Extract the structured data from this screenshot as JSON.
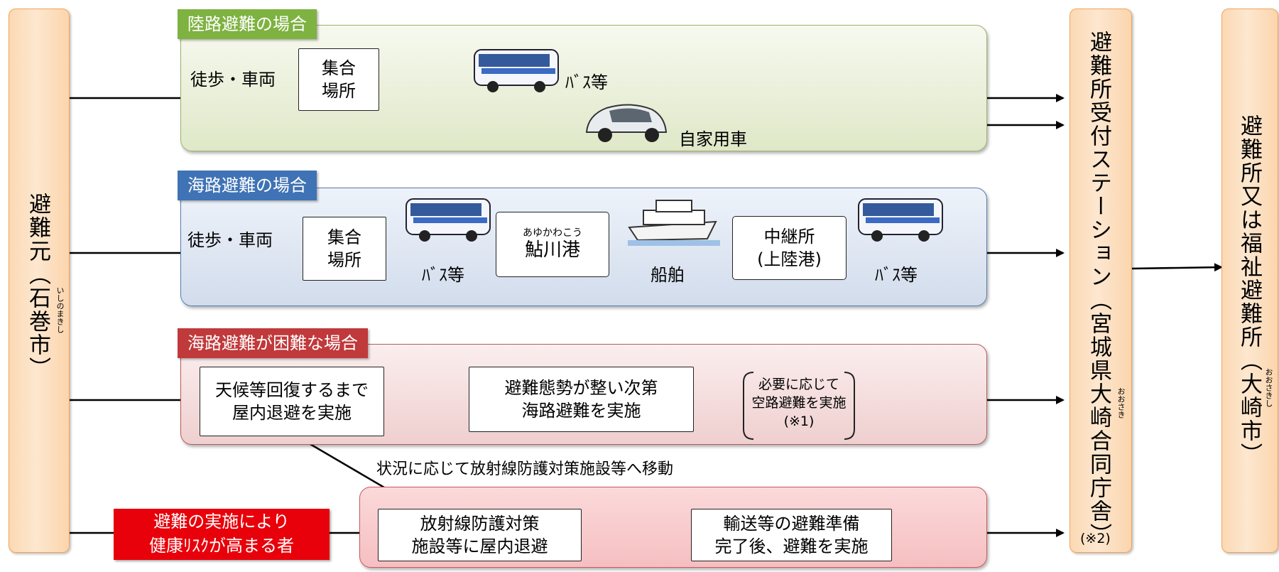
{
  "origin": {
    "text": "避難元（石巻市）",
    "ruby": "いしのまきし"
  },
  "station": {
    "text": "避難所受付ステーション（宮城県大崎合同庁舎）",
    "ruby": "おおさき",
    "note": "(※2)"
  },
  "destination": {
    "text": "避難所又は福祉避難所（大崎市）",
    "ruby": "おおさきし"
  },
  "land": {
    "title": "陸路避難の場合",
    "start": "徒歩・車両",
    "assembly": "集合\n場所",
    "bus": "ﾊﾞｽ等",
    "car": "自家用車"
  },
  "sea": {
    "title": "海路避難の場合",
    "start": "徒歩・車両",
    "assembly": "集合\n場所",
    "bus1": "ﾊﾞｽ等",
    "port_ruby": "あゆかわこう",
    "port": "鮎川港",
    "ship": "船舶",
    "relay": "中継所\n(上陸港)",
    "bus2": "ﾊﾞｽ等"
  },
  "hard": {
    "title": "海路避難が困難な場合",
    "step1": "天候等回復するまで\n屋内退避を実施",
    "step2": "避難態勢が整い次第\n海路避難を実施",
    "step3": "必要に応じて\n空路避難を実施\n(※1)",
    "move_note": "状況に応じて放射線防護対策施設等へ移動"
  },
  "risk": {
    "label": "避難の実施により\n健康ﾘｽｸが高まる者",
    "step1": "放射線防護対策\n施設等に屋内退避",
    "step2": "輸送等の避難準備\n完了後、避難を実施"
  },
  "colors": {
    "green": "#7eb241",
    "blue": "#3f73b5",
    "red": "#c0393b",
    "alert": "#e8000a",
    "orange_border": "#f0a35c"
  }
}
